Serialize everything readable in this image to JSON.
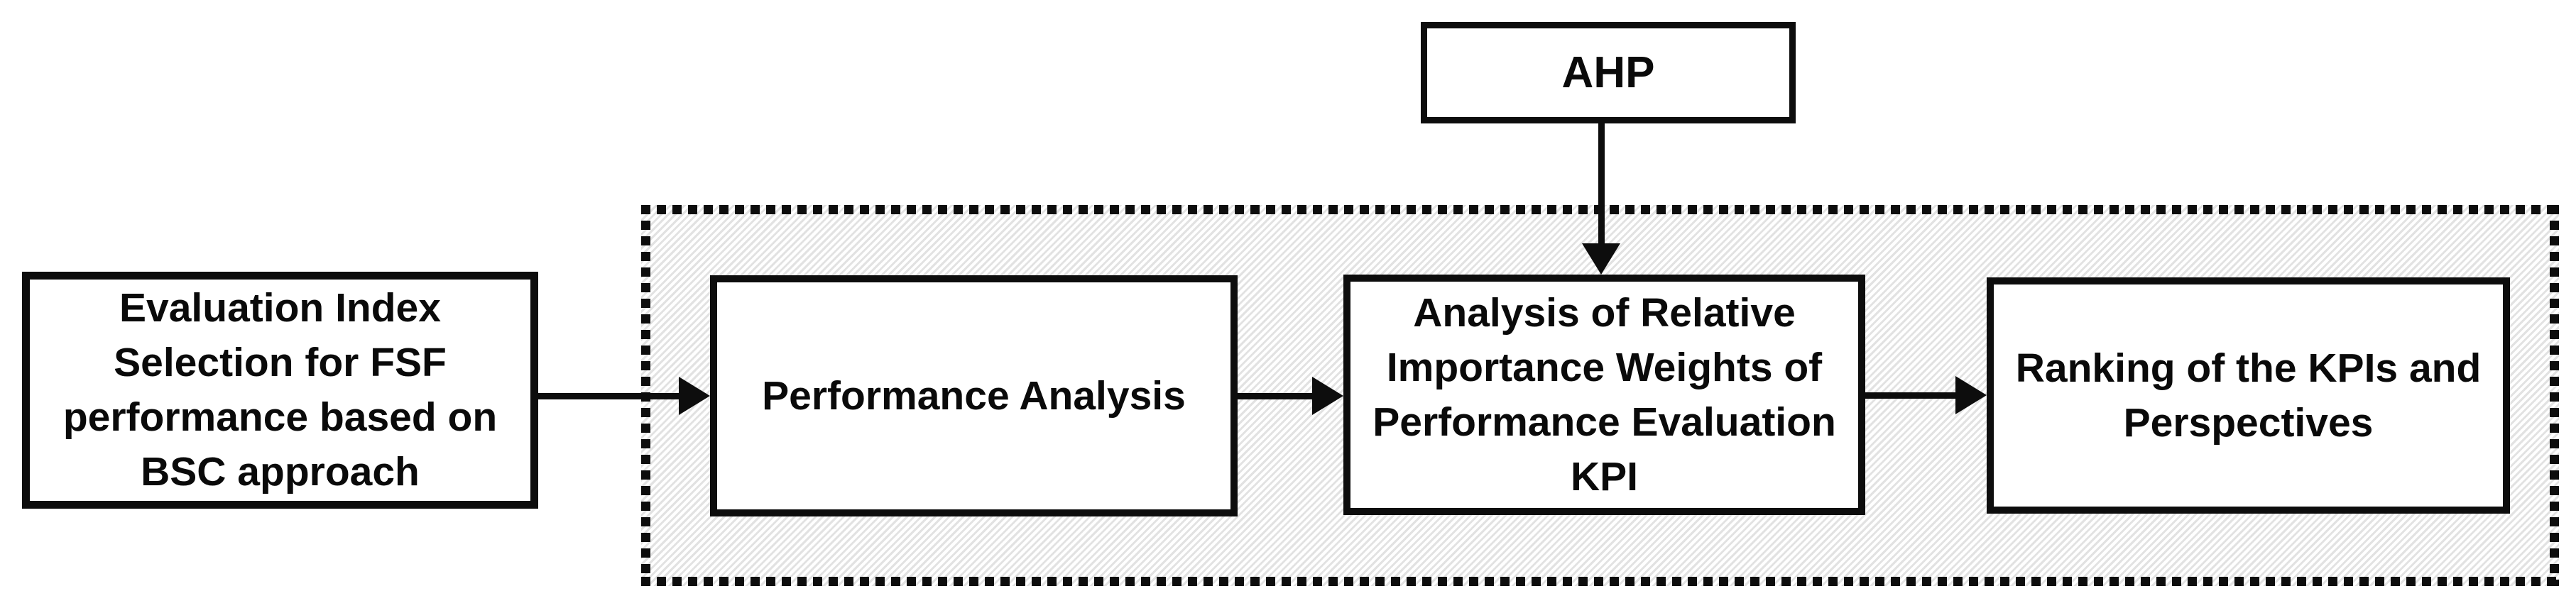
{
  "diagram": {
    "title": "KPI evaluation process flow",
    "colors": {
      "background": "#ffffff",
      "stroke": "#0d0d0d",
      "box_fill": "#ffffff",
      "hatch_fill": "#e2e2e2"
    },
    "nodes": {
      "ahp": {
        "label": "AHP"
      },
      "evaluation": {
        "label": "Evaluation Index\nSelection for FSF\nperformance based on\nBSC approach"
      },
      "performance": {
        "label": "Performance Analysis"
      },
      "analysis": {
        "label": "Analysis of Relative\nImportance Weights of\nPerformance Evaluation\nKPI"
      },
      "ranking": {
        "label": "Ranking of the KPIs and\nPerspectives"
      }
    },
    "arrows": [
      {
        "from": "evaluation",
        "to": "performance",
        "direction": "right"
      },
      {
        "from": "performance",
        "to": "analysis",
        "direction": "right"
      },
      {
        "from": "analysis",
        "to": "ranking",
        "direction": "right"
      },
      {
        "from": "ahp",
        "to": "analysis",
        "direction": "down"
      }
    ],
    "group": {
      "style": "dotted-border-hatched-fill",
      "contains": [
        "performance",
        "analysis",
        "ranking"
      ]
    }
  }
}
